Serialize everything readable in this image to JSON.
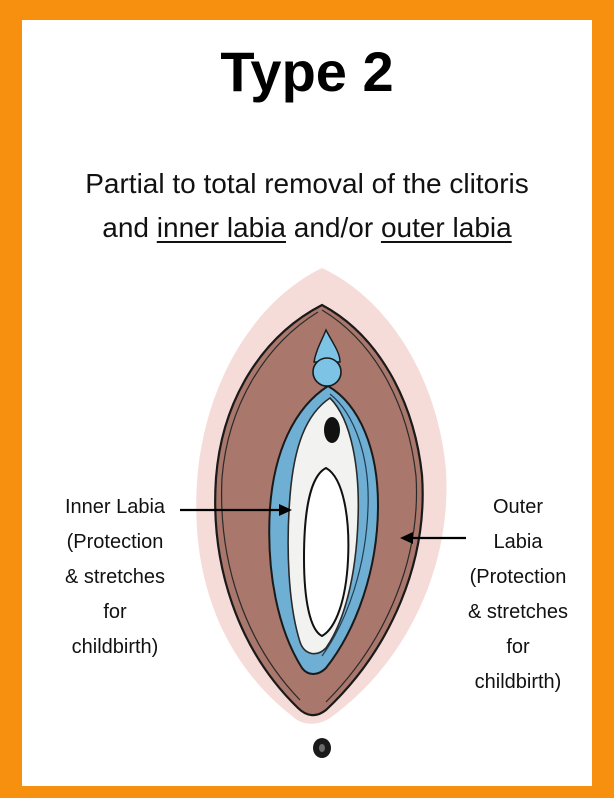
{
  "title": "Type 2",
  "subtitle": {
    "part1": "Partial to total removal of the clitoris",
    "part2_prefix": "and ",
    "inner_labia": "inner labia",
    "middle": " and/or ",
    "outer_labia": "outer labia"
  },
  "labels": {
    "inner": [
      "Inner Labia",
      "(Protection",
      "& stretches",
      "for",
      "childbirth)"
    ],
    "outer": [
      "Outer",
      "Labia",
      "(Protection",
      "& stretches",
      "for",
      "childbirth)"
    ]
  },
  "colors": {
    "border": "#F7900E",
    "outer_skin": "#F6D9D6",
    "outer_labia": "#A9776B",
    "inner_labia": "#6FAFD3",
    "clitoris": "#7CC3E6",
    "opening": "#FFFFFF"
  }
}
